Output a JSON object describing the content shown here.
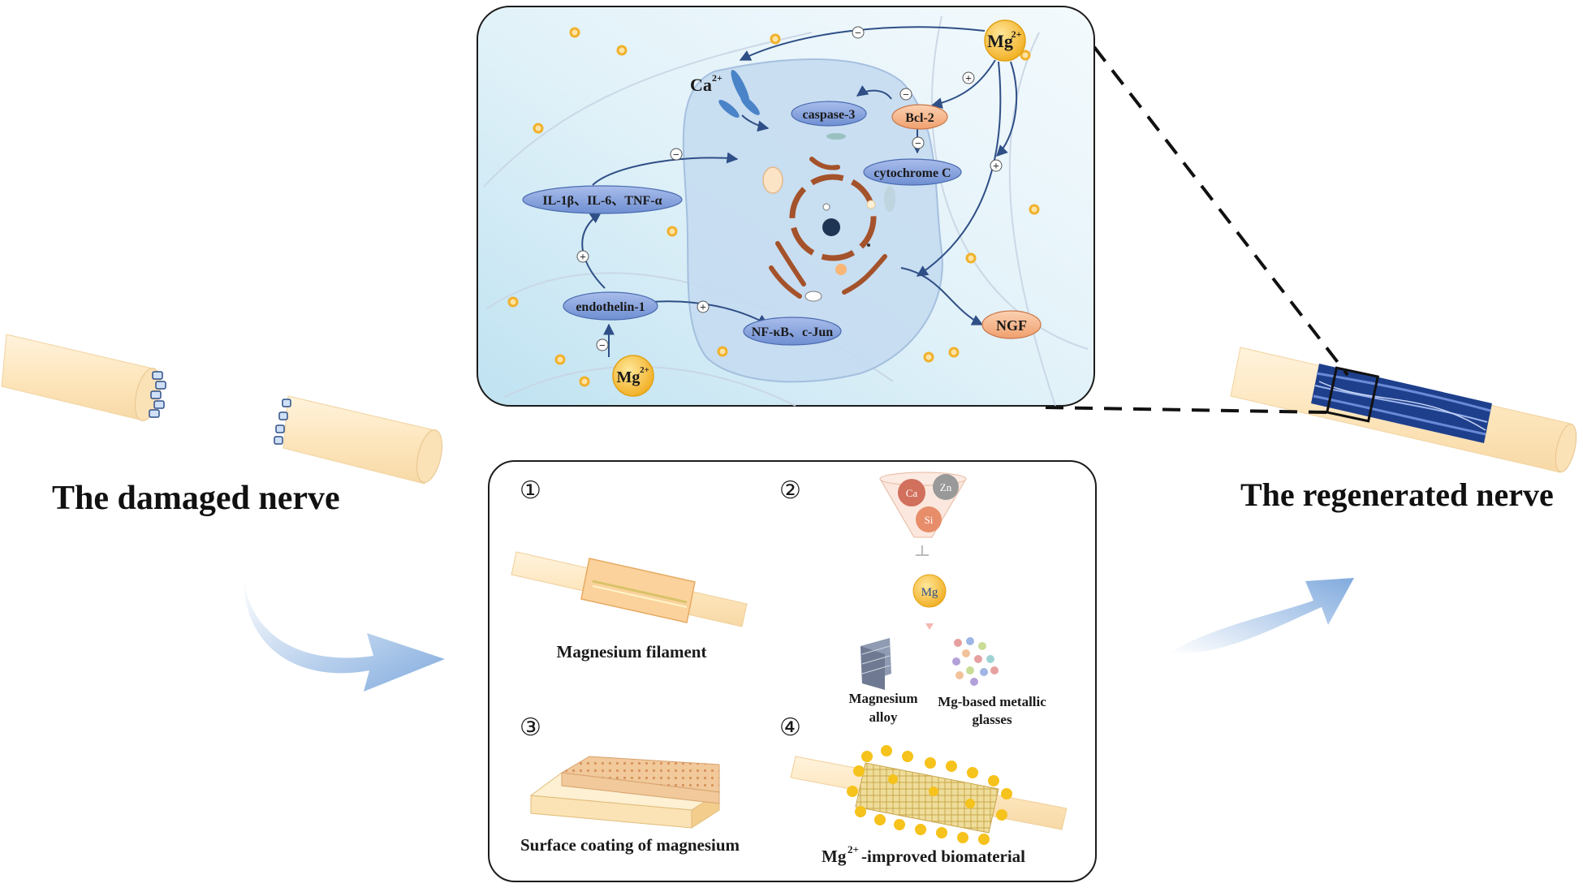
{
  "left_title": "The damaged nerve",
  "right_title": "The regenerated nerve",
  "cell": {
    "ca": "Ca",
    "ca_sup": "2+",
    "mg": "Mg",
    "mg_sup": "2+",
    "caspase": "caspase-3",
    "bcl2": "Bcl-2",
    "cytochrome": "cytochrome C",
    "cytokines": "IL-1β、IL-6、TNF-α",
    "endothelin": "endothelin-1",
    "nfkb": "NF-κB、c-Jun",
    "ngf": "NGF",
    "minus": "−",
    "plus": "+"
  },
  "strategies": {
    "n1": "①",
    "n2": "②",
    "n3": "③",
    "n4": "④",
    "filament": "Magnesium filament",
    "ca": "Ca",
    "zn": "Zn",
    "si": "Si",
    "mg": "Mg",
    "alloy_line1": "Magnesium",
    "alloy_line2": "alloy",
    "glass_line1": "Mg-based metallic",
    "glass_line2": "glasses",
    "coating": "Surface coating of magnesium",
    "biomaterial_mg": "Mg",
    "biomaterial_sup": "2+",
    "biomaterial_rest": "-improved biomaterial"
  },
  "colors": {
    "nerve_fill": "#fde9c4",
    "oval_blue": "#8ea9df",
    "oval_orange": "#f6b48a",
    "mg_gold": "#f3b62c",
    "arrow_blue": "#2f4f86",
    "cell_bg": "#dbeef8"
  }
}
